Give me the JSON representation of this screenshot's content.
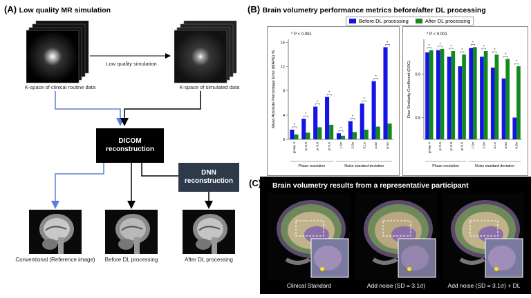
{
  "panel_a": {
    "letter": "(A)",
    "title": "Low quality MR simulation",
    "kspace_clinical_label": "K-space of clinical routine data",
    "kspace_simulated_label": "K-space of simulated data",
    "simulation_arrow_label": "Low quality simulation",
    "dicom_box": "DICOM reconstruction",
    "dnn_box": "DNN reconstruction",
    "image_labels": [
      "Conventional (Reference image)",
      "Before DL processing",
      "After DL processing"
    ],
    "colors": {
      "box_dark": "#000000",
      "box_dnn": "#2e3a4a",
      "arrow_blue": "#5a7fd6",
      "arrow_black": "#000000"
    }
  },
  "panel_b": {
    "letter": "(B)",
    "title": "Brain volumetry performance metrics before/after DL processing",
    "legend": [
      "Before DL processing",
      "After DL processing"
    ],
    "colors": {
      "before": "#1414e6",
      "after": "#138a1f"
    }
  },
  "panel_c": {
    "letter": "(C)",
    "title": "Brain volumetry results from a representative participant",
    "captions": [
      "Clinical Standard",
      "Add noise (SD = 3.1σ)",
      "Add noise (SD = 3.1σ) + DL"
    ]
  },
  "chart_data": [
    {
      "type": "bar",
      "annotation": "* P < 0.001",
      "ylabel": "Mean Absolute Percentage Error (MAPE) %",
      "categories": [
        "group 4",
        "pr 0.9",
        "pr 0.8",
        "pr 0.6",
        "1.5σ",
        "2.5σ",
        "3.1σ",
        "4.5σ",
        "6.5σ"
      ],
      "group_labels": [
        "Phase resolution",
        "Noise standard deviation"
      ],
      "yticks": [
        0,
        4,
        8,
        12,
        16
      ],
      "ylim": [
        0,
        16.5
      ],
      "series": [
        {
          "name": "Before DL processing",
          "values": [
            1.6,
            3.4,
            5.4,
            7.0,
            1.0,
            3.0,
            5.9,
            9.6,
            15.2
          ]
        },
        {
          "name": "After DL processing",
          "values": [
            0.8,
            1.1,
            2.0,
            2.4,
            0.6,
            1.2,
            1.6,
            2.1,
            2.6
          ]
        }
      ]
    },
    {
      "type": "bar",
      "annotation": "* P < 0.001",
      "ylabel": "Dice Similarity Coefficient (DSC)",
      "categories": [
        "group 4",
        "pr 0.9",
        "pr 0.8",
        "pr 0.6",
        "1.5σ",
        "2.5σ",
        "3.1σ",
        "4.5σ",
        "6.5σ"
      ],
      "group_labels": [
        "Phase resolution",
        "Noise standard deviation"
      ],
      "yticks": [
        0.8,
        0.9
      ],
      "ylim": [
        0.75,
        0.98
      ],
      "series": [
        {
          "name": "Before DL processing",
          "values": [
            0.95,
            0.955,
            0.94,
            0.918,
            0.96,
            0.94,
            0.915,
            0.89,
            0.8
          ]
        },
        {
          "name": "After DL processing",
          "values": [
            0.955,
            0.958,
            0.953,
            0.945,
            0.962,
            0.953,
            0.945,
            0.935,
            0.918
          ]
        }
      ]
    }
  ]
}
